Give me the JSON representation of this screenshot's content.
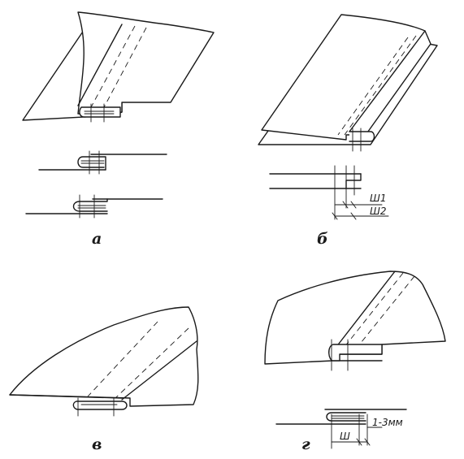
{
  "panels": [
    {
      "id": "a",
      "label": "а"
    },
    {
      "id": "b",
      "label": "б",
      "dim_labels": [
        "Ш1",
        "Ш2"
      ]
    },
    {
      "id": "v",
      "label": "в"
    },
    {
      "id": "g",
      "label": "г",
      "dim_labels": [
        "Ш",
        "1-3мм"
      ]
    }
  ],
  "colors": {
    "ink": "#1a1a1a",
    "paper": "#ffffff"
  }
}
